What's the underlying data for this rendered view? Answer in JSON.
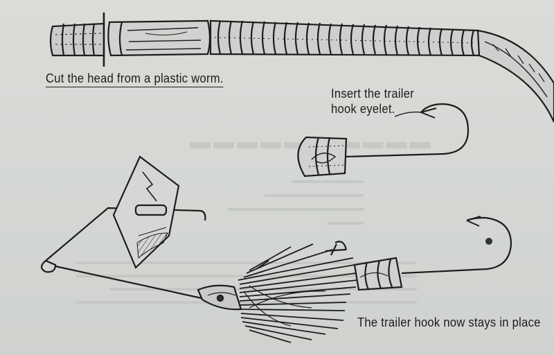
{
  "captions": {
    "cut_head": "Cut the head from a plastic worm.",
    "insert_line1": "Insert the trailer",
    "insert_line2": "hook eyelet.",
    "stays_in_place": "The trailer hook now stays in place"
  },
  "colors": {
    "paper": "#d9dcd8",
    "ink": "#1c1c1c",
    "bleed_through": "#b9bcb9"
  }
}
